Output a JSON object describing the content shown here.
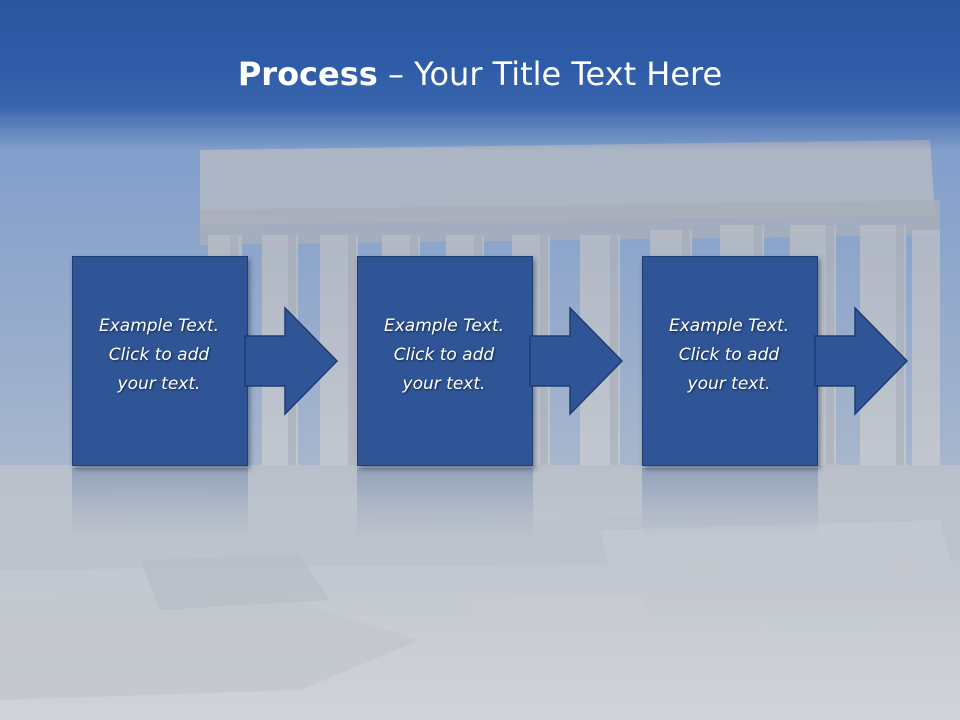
{
  "title": {
    "bold": "Process",
    "separator": " – ",
    "rest": "Your Title Text Here"
  },
  "steps": [
    {
      "line1": "Example Text.",
      "line2": "Click  to add",
      "line3": "your text."
    },
    {
      "line1": "Example Text.",
      "line2": "Click  to add",
      "line3": "your text."
    },
    {
      "line1": "Example Text.",
      "line2": "Click  to add",
      "line3": "your text."
    }
  ],
  "colors": {
    "title_bar": "#2f5ca8",
    "box_fill": "#2f5597",
    "box_border": "#1f3d70",
    "arrow_fill": "#2f5597",
    "text": "#ffffff"
  },
  "icons": {
    "arrow": "right-arrow-icon"
  }
}
